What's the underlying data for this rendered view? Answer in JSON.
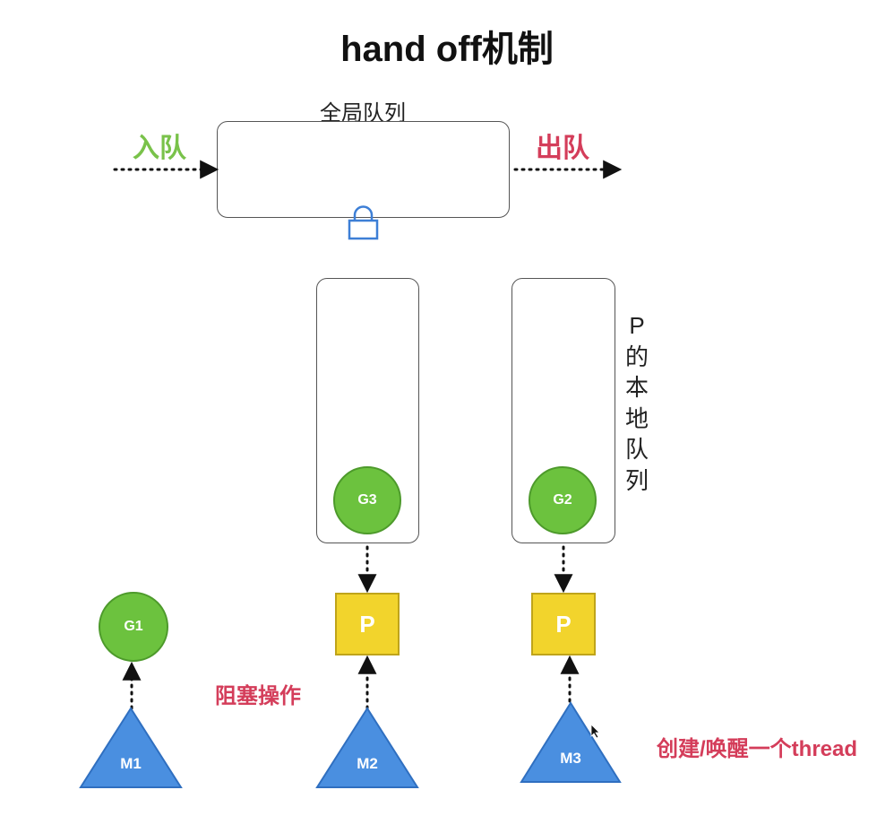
{
  "title": "hand off机制",
  "global_queue": {
    "label": "全局队列"
  },
  "enqueue_label": "入队",
  "dequeue_label": "出队",
  "local_queue_label": [
    "P",
    "的",
    "本",
    "地",
    "队",
    "列"
  ],
  "goroutines": {
    "g1": "G1",
    "g2": "G2",
    "g3": "G3"
  },
  "processors": {
    "p1": "P",
    "p2": "P"
  },
  "machines": {
    "m1": "M1",
    "m2": "M2",
    "m3": "M3"
  },
  "annotations": {
    "blocking": "阻塞操作",
    "create_thread": "创建/唤醒一个thread"
  },
  "colors": {
    "goroutine": "#6cc23e",
    "processor": "#f2d42c",
    "machine": "#4a8fe0",
    "lock": "#3d7fd6",
    "enqueue": "#79c24a",
    "dequeue": "#d43d5a"
  }
}
